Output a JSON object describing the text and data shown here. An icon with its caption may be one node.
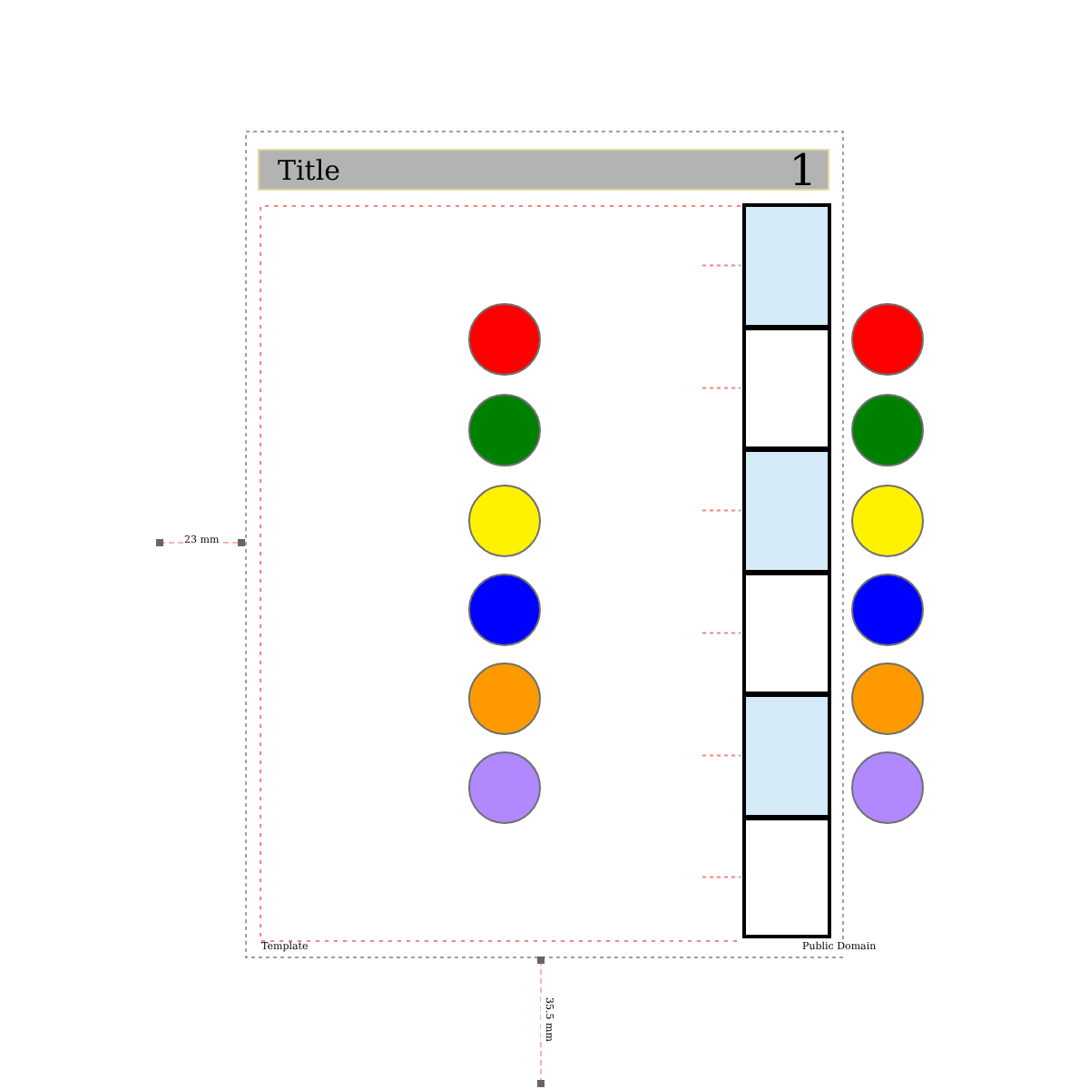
{
  "diagram": {
    "nodes": [
      {
        "text": [
          "Title",
          "1"
        ]
      },
      {
        "text": [],
        "shape": "circle"
      },
      {
        "text": [],
        "shape": "circle"
      },
      {
        "text": [],
        "shape": "circle"
      },
      {
        "text": [],
        "shape": "circle"
      },
      {
        "text": [],
        "shape": "circle"
      },
      {
        "text": [],
        "shape": "circle"
      },
      {
        "text": [],
        "shape": "box"
      },
      {
        "text": [],
        "shape": "box"
      },
      {
        "text": [],
        "shape": "box"
      },
      {
        "text": [],
        "shape": "box"
      },
      {
        "text": [],
        "shape": "box"
      },
      {
        "text": [],
        "shape": "box"
      },
      {
        "text": [],
        "shape": "circle"
      },
      {
        "text": [],
        "shape": "circle"
      },
      {
        "text": [],
        "shape": "circle"
      },
      {
        "text": [],
        "shape": "circle"
      },
      {
        "text": [],
        "shape": "circle"
      },
      {
        "text": [],
        "shape": "circle"
      }
    ],
    "labels": [
      "23 mm",
      "Template",
      "Public Domain",
      "35.5 mm"
    ]
  }
}
